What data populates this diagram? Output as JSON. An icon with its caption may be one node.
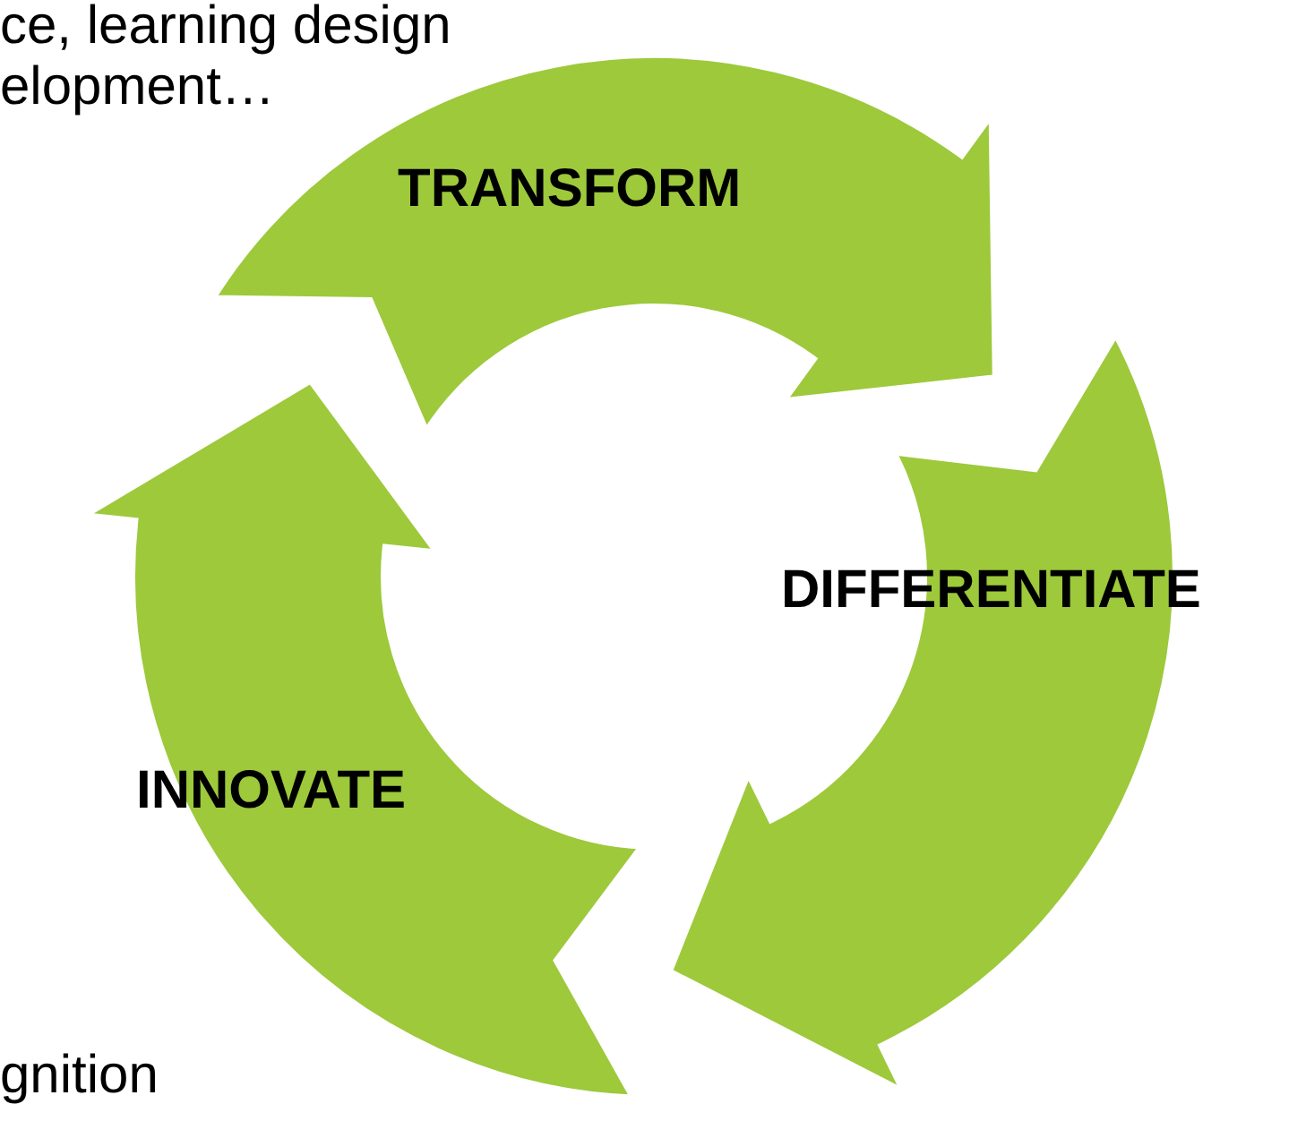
{
  "diagram": {
    "nodes": [
      {
        "text": [
          "TRANSFORM"
        ]
      },
      {
        "text": [
          "DIFFERENTIATE"
        ]
      },
      {
        "text": [
          "INNOVATE"
        ]
      }
    ],
    "labels": [
      "ce, learning design elopment…",
      "gnition"
    ]
  }
}
